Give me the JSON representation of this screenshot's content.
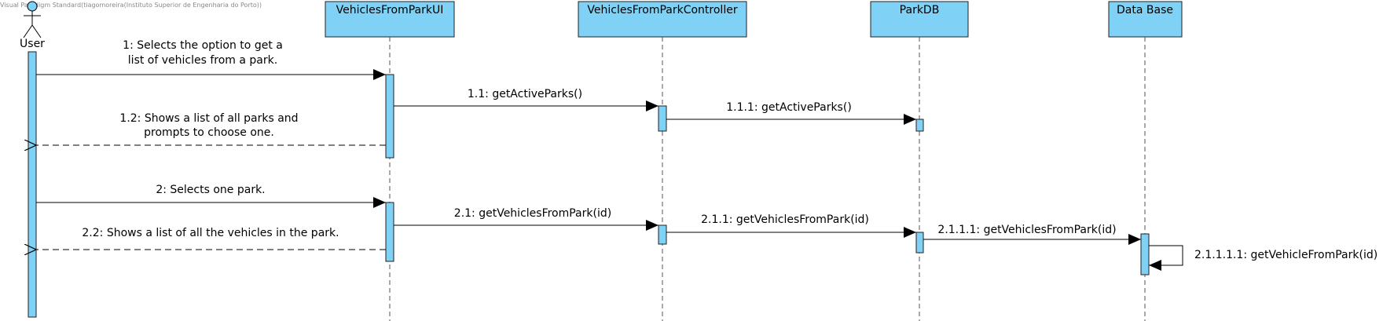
{
  "watermark": "Visual Paradigm Standard(tiagomoreira(Instituto Superior de Engenharia do Porto))",
  "actor": {
    "label": "User"
  },
  "lifelines": {
    "ui": "VehiclesFromParkUI",
    "controller": "VehiclesFromParkController",
    "parkdb": "ParkDB",
    "database": "Data Base"
  },
  "messages": {
    "m1_line1": "1: Selects the option to get a",
    "m1_line2": "list of vehicles from a park.",
    "m1_1": "1.1: getActiveParks()",
    "m1_1_1": "1.1.1: getActiveParks()",
    "m1_2_line1": "1.2: Shows a list of all parks and",
    "m1_2_line2": "prompts to choose one.",
    "m2": "2: Selects one park.",
    "m2_1": "2.1: getVehiclesFromPark(id)",
    "m2_1_1": "2.1.1: getVehiclesFromPark(id)",
    "m2_1_1_1": "2.1.1.1: getVehiclesFromPark(id)",
    "m2_1_1_1_1": "2.1.1.1.1: getVehicleFromPark(id)",
    "m2_2": "2.2: Shows a list of all the vehicles in the park."
  },
  "colors": {
    "lifeline_fill": "#7fd2f5",
    "stroke": "#222222"
  }
}
